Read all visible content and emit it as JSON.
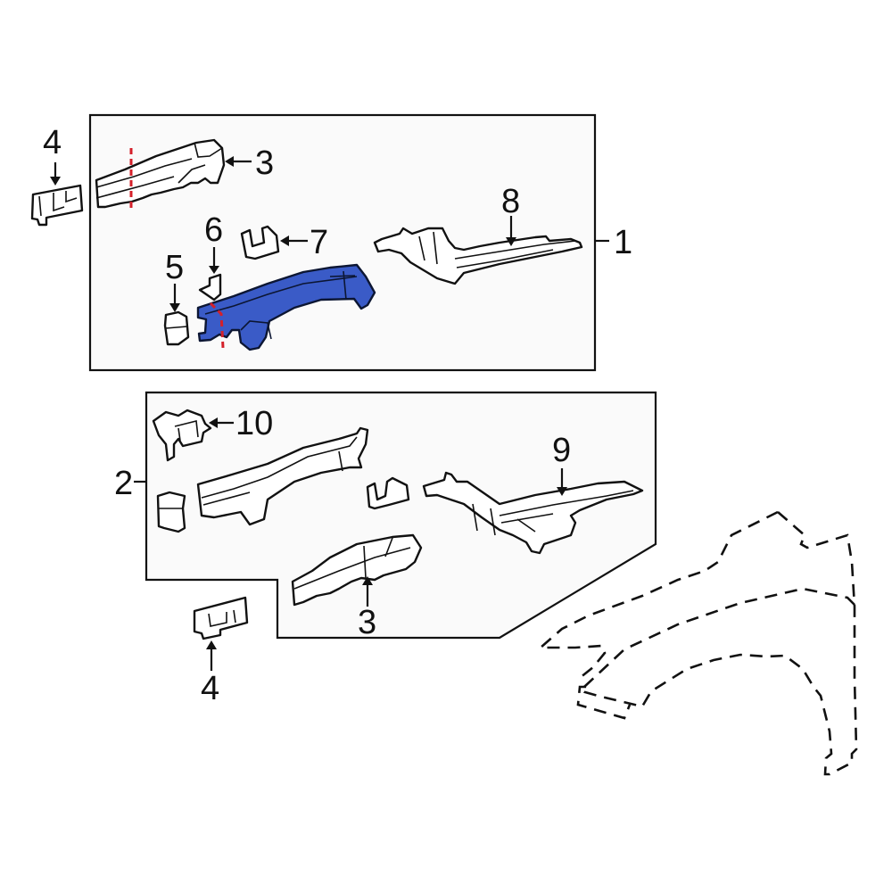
{
  "diagram": {
    "type": "exploded-parts-diagram",
    "highlight_color": "#3a5bc7",
    "cut_line_color": "#d4202a",
    "groups": [
      {
        "id": "group-1",
        "label": "1",
        "contains": [
          "3",
          "5",
          "6",
          "7",
          "8"
        ]
      },
      {
        "id": "group-2",
        "label": "2",
        "contains": [
          "3",
          "9",
          "10"
        ]
      }
    ],
    "callouts": {
      "c1": "1",
      "c2": "2",
      "c3_top": "3",
      "c3_bottom": "3",
      "c4_top": "4",
      "c4_bottom": "4",
      "c5": "5",
      "c6": "6",
      "c7": "7",
      "c8": "8",
      "c9": "9",
      "c10": "10"
    },
    "highlighted_part": "frame rail (blue) with red cut line",
    "reference_outline": "fender (dashed)"
  }
}
